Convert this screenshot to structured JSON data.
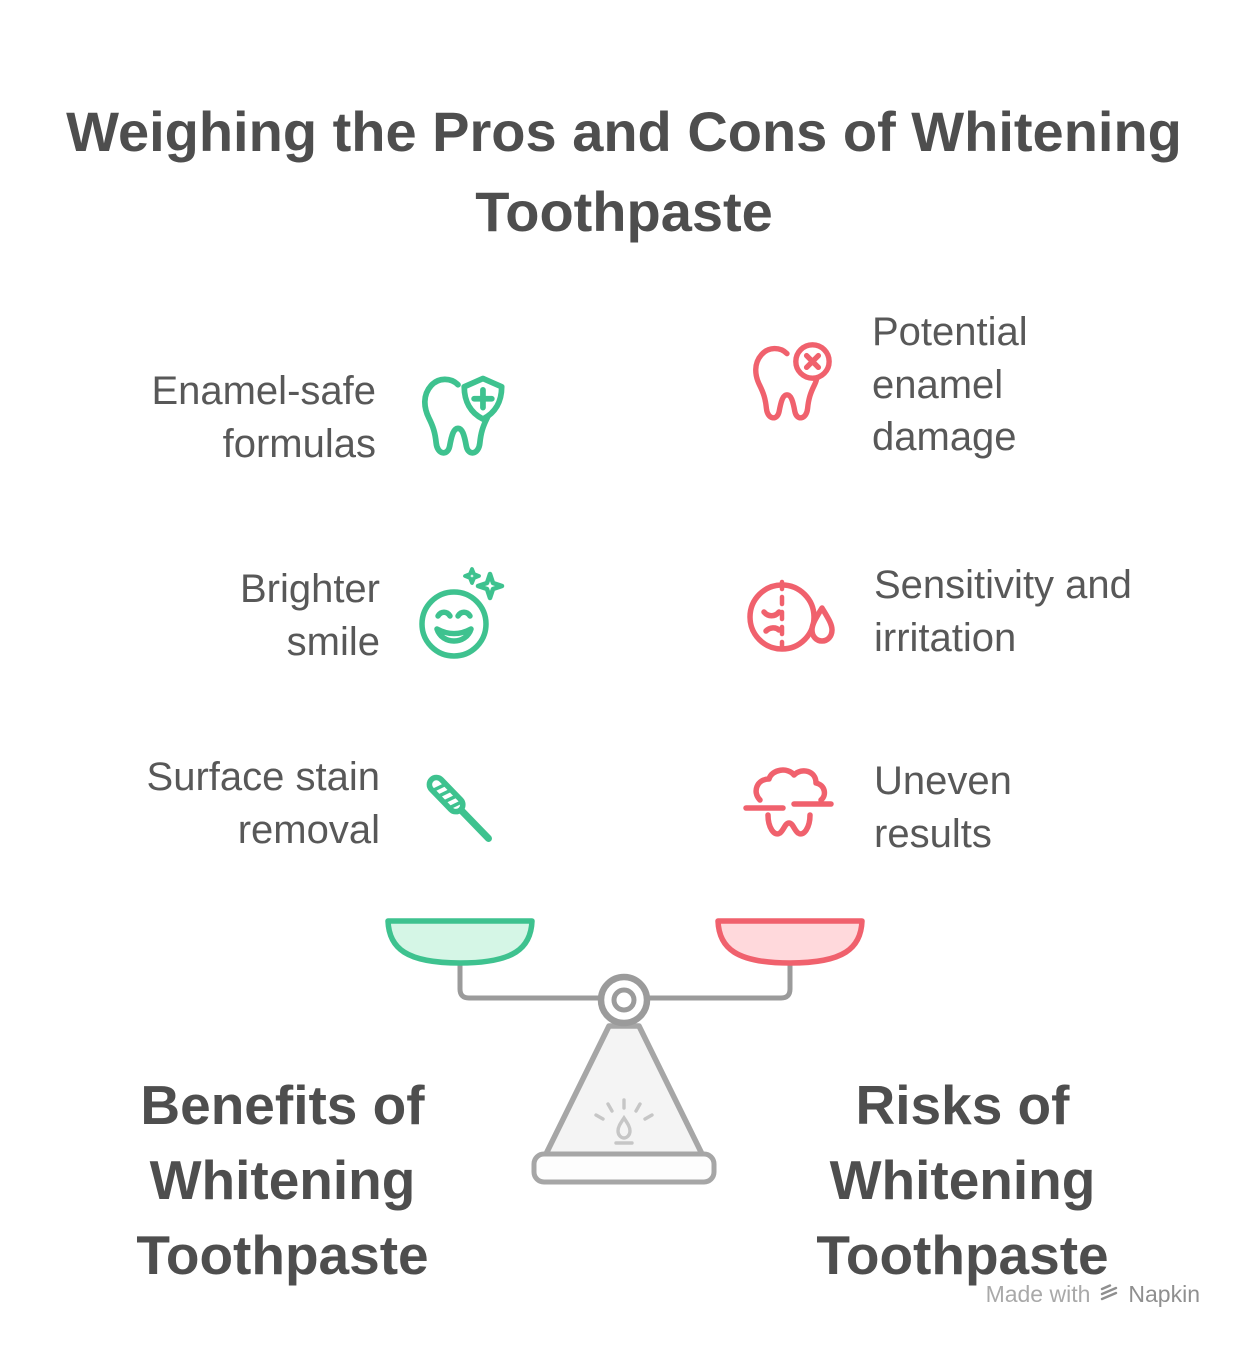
{
  "title": "Weighing the Pros and Cons of Whitening Toothpaste",
  "colors": {
    "green": "#3EC28F",
    "green_fill": "#D5F6E6",
    "red": "#F0616D",
    "red_fill": "#FFD9DC",
    "text": "#4E4E4E",
    "muted": "#9B9B9B"
  },
  "pros": {
    "label": "Benefits of Whitening Toothpaste",
    "items": [
      {
        "label": "Enamel-safe formulas",
        "icon": "tooth-shield-plus-icon"
      },
      {
        "label": "Brighter smile",
        "icon": "smile-sparkles-icon"
      },
      {
        "label": "Surface stain removal",
        "icon": "toothbrush-icon"
      }
    ]
  },
  "cons": {
    "label": "Risks of Whitening Toothpaste",
    "items": [
      {
        "label": "Potential enamel damage",
        "icon": "tooth-x-icon"
      },
      {
        "label": "Sensitivity and irritation",
        "icon": "face-droplet-icon"
      },
      {
        "label": "Uneven results",
        "icon": "uneven-tooth-icon"
      }
    ]
  },
  "scale": {
    "left_pan": "benefits-pan",
    "right_pan": "risks-pan"
  },
  "watermark": {
    "prefix": "Made with",
    "brand": "Napkin"
  }
}
